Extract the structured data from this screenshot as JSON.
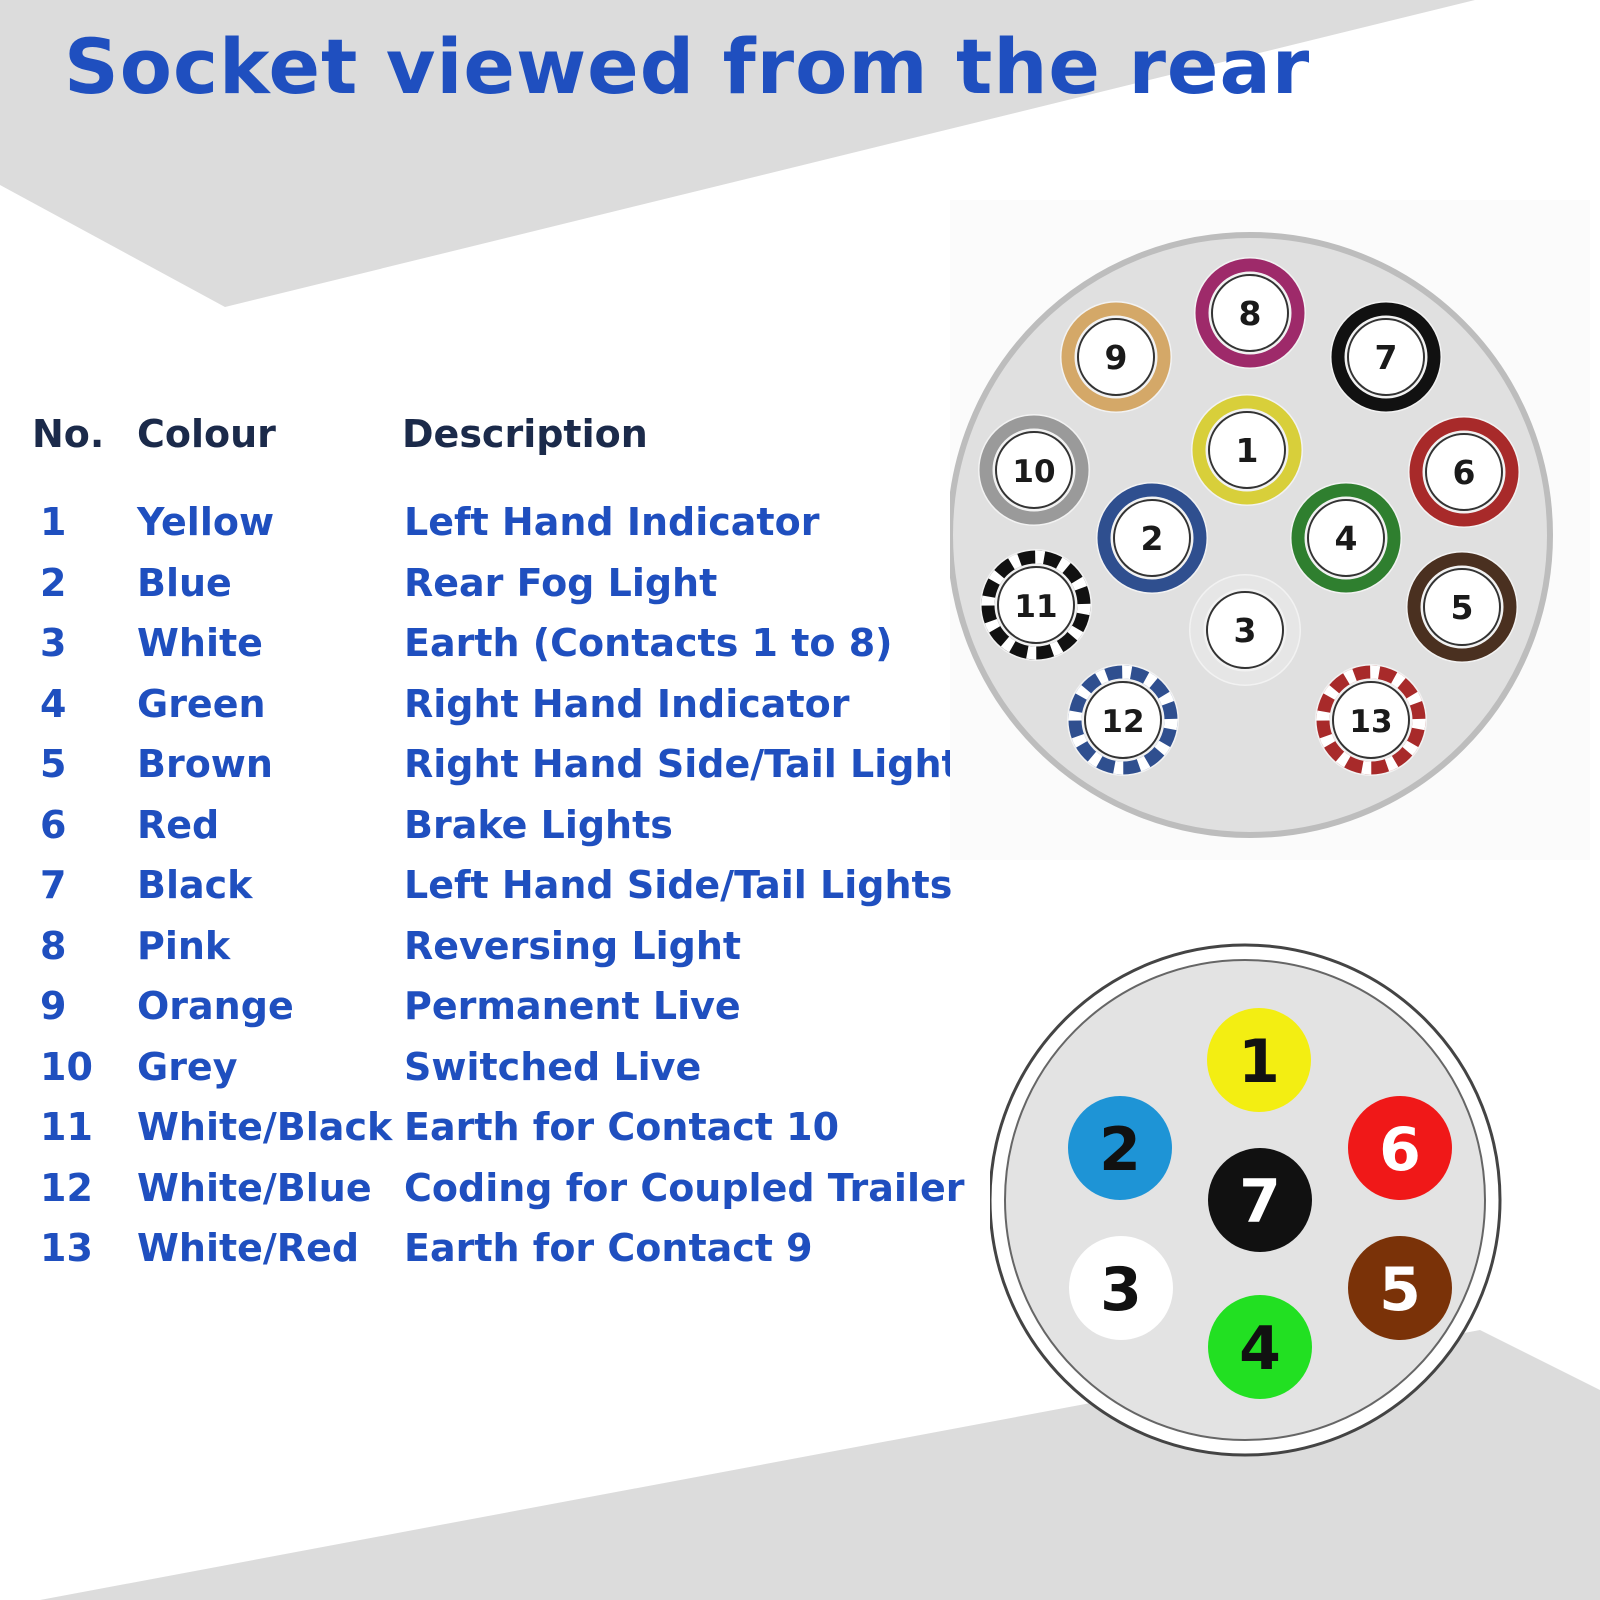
{
  "title": "Socket viewed from the rear",
  "table": {
    "headers": {
      "no": "No.",
      "colour": "Colour",
      "description": "Description"
    },
    "rows": [
      {
        "no": "1",
        "colour": "Yellow",
        "description": "Left Hand Indicator"
      },
      {
        "no": "2",
        "colour": "Blue",
        "description": "Rear Fog Light"
      },
      {
        "no": "3",
        "colour": "White",
        "description": "Earth (Contacts 1 to 8)"
      },
      {
        "no": "4",
        "colour": "Green",
        "description": "Right Hand Indicator"
      },
      {
        "no": "5",
        "colour": "Brown",
        "description": "Right Hand Side/Tail Lights"
      },
      {
        "no": "6",
        "colour": "Red",
        "description": "Brake Lights"
      },
      {
        "no": "7",
        "colour": "Black",
        "description": "Left Hand Side/Tail Lights"
      },
      {
        "no": "8",
        "colour": "Pink",
        "description": "Reversing Light"
      },
      {
        "no": "9",
        "colour": "Orange",
        "description": "Permanent Live"
      },
      {
        "no": "10",
        "colour": "Grey",
        "description": "Switched Live"
      },
      {
        "no": "11",
        "colour": "White/Black",
        "description": "Earth for Contact 10"
      },
      {
        "no": "12",
        "colour": "White/Blue",
        "description": "Coding for Coupled Trailer"
      },
      {
        "no": "13",
        "colour": "White/Red",
        "description": "Earth for Contact 9"
      }
    ]
  },
  "socket13": {
    "pins": [
      {
        "label": "1",
        "ring": "#d8cf3a"
      },
      {
        "label": "2",
        "ring": "#2f4f8f"
      },
      {
        "label": "3",
        "ring": "#e6e6e6"
      },
      {
        "label": "4",
        "ring": "#2f7f2f"
      },
      {
        "label": "5",
        "ring": "#4a3020"
      },
      {
        "label": "6",
        "ring": "#a82a2a"
      },
      {
        "label": "7",
        "ring": "#111111"
      },
      {
        "label": "8",
        "ring": "#9e2a6a"
      },
      {
        "label": "9",
        "ring": "#d4a868"
      },
      {
        "label": "10",
        "ring": "#9a9a9a"
      },
      {
        "label": "11",
        "ring": "#111111",
        "accent": "#ffffff"
      },
      {
        "label": "12",
        "ring": "#2f4f8f",
        "accent": "#ffffff"
      },
      {
        "label": "13",
        "ring": "#a82a2a",
        "accent": "#ffffff"
      }
    ]
  },
  "socket7": {
    "pins": [
      {
        "label": "1",
        "fill": "#f3ee12",
        "text": "#111111"
      },
      {
        "label": "2",
        "fill": "#1e94d6",
        "text": "#111111"
      },
      {
        "label": "3",
        "fill": "#ffffff",
        "text": "#111111"
      },
      {
        "label": "4",
        "fill": "#22e022",
        "text": "#111111"
      },
      {
        "label": "5",
        "fill": "#7a3208",
        "text": "#ffffff"
      },
      {
        "label": "6",
        "fill": "#f01818",
        "text": "#ffffff"
      },
      {
        "label": "7",
        "fill": "#111111",
        "text": "#ffffff"
      }
    ]
  },
  "colors": {
    "title": "#1f4fbf",
    "header": "#1b2a4a",
    "body_text": "#1f4fbf",
    "background_band": "#dcdcdc"
  }
}
